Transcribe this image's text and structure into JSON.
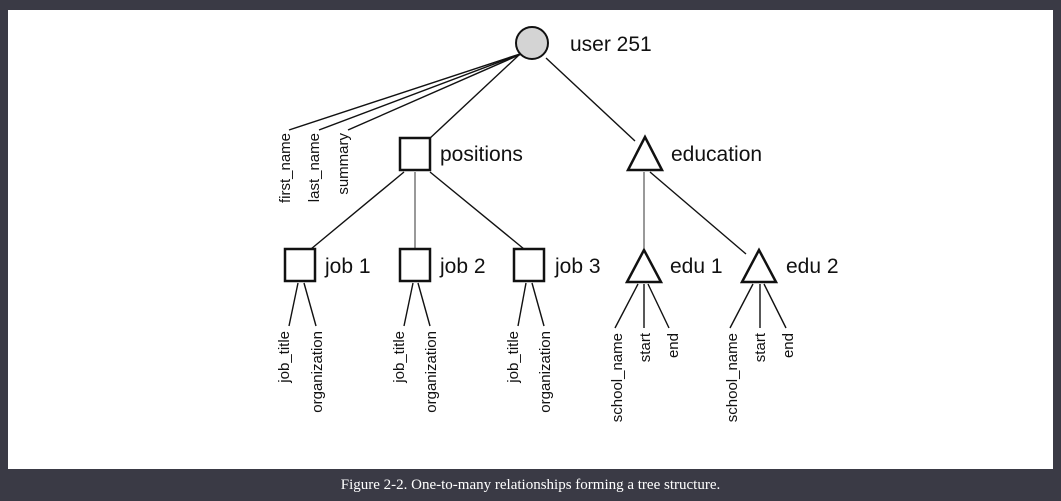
{
  "diagram": {
    "root": {
      "label": "user 251"
    },
    "root_fields": [
      "first_name",
      "last_name",
      "summary"
    ],
    "positions": {
      "label": "positions",
      "children": [
        {
          "label": "job 1",
          "fields": [
            "job_title",
            "organization"
          ]
        },
        {
          "label": "job 2",
          "fields": [
            "job_title",
            "organization"
          ]
        },
        {
          "label": "job 3",
          "fields": [
            "job_title",
            "organization"
          ]
        }
      ]
    },
    "education": {
      "label": "education",
      "children": [
        {
          "label": "edu 1",
          "fields": [
            "school_name",
            "start",
            "end"
          ]
        },
        {
          "label": "edu 2",
          "fields": [
            "school_name",
            "start",
            "end"
          ]
        }
      ]
    }
  },
  "caption": "Figure 2-2. One-to-many relationships forming a tree structure."
}
